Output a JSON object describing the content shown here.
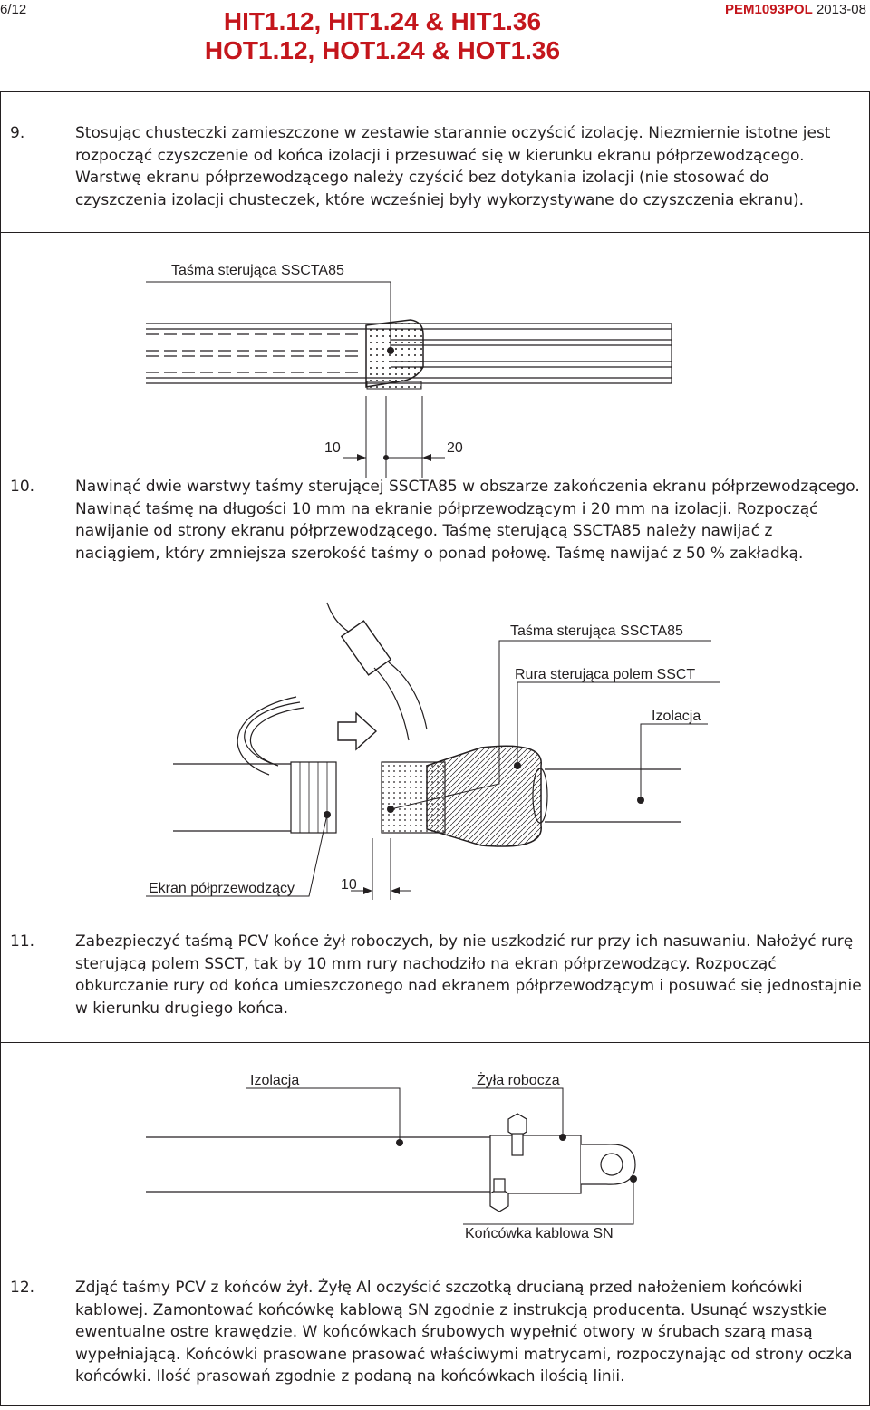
{
  "header": {
    "page_number": "6/12",
    "title_line1": "HIT1.12, HIT1.24 & HIT1.36",
    "title_line2": "HOT1.12, HOT1.24 & HOT1.36",
    "doc_code": "PEM1093POL",
    "doc_date": "2013-08"
  },
  "step9": {
    "number": "9.",
    "text": "Stosując chusteczki zamieszczone w zestawie starannie oczyścić izolację. Niezmiernie istotne jest rozpocząć czyszczenie od końca izolacji i przesuwać się w kierunku ekranu półprzewodzącego. Warstwę ekranu półprzewodzącego należy czyścić bez dotykania izolacji (nie stosować do czyszczenia izolacji chusteczek, które wcześniej były wykorzystywane do czyszczenia ekranu)."
  },
  "step10": {
    "number": "10.",
    "text": "Nawinąć dwie warstwy taśmy sterującej SSCTA85 w obszarze zakończenia ekranu półprzewodzącego. Nawinąć taśmę na długości 10 mm na ekranie półprzewodzącym i 20 mm na izolacji. Rozpocząć nawijanie od strony ekranu półprzewodzącego. Taśmę sterującą SSCTA85 należy nawijać z naciągiem, który zmniejsza szerokość taśmy o ponad połowę. Taśmę nawijać z 50 % zakładką.",
    "fig_label_tape": "Taśma sterująca SSCTA85",
    "dim_a": "10",
    "dim_b": "20"
  },
  "step11": {
    "number": "11.",
    "text": "Zabezpieczyć taśmą PCV końce żył roboczych, by nie uszkodzić rur przy ich nasuwaniu. Nałożyć rurę sterującą polem SSCT, tak by 10 mm rury nachodziło na ekran półprzewodzący. Rozpocząć obkurczanie rury od końca umieszczonego nad ekranem półprzewodzącym i posuwać się jednostajnie w kierunku drugiego końca.",
    "fig_label_tape": "Taśma sterująca SSCTA85",
    "fig_label_tube": "Rura sterująca polem SSCT",
    "fig_label_insulation": "Izolacja",
    "fig_label_screen": "Ekran półprzewodzący",
    "dim": "10"
  },
  "step12": {
    "number": "12.",
    "text": "Zdjąć taśmy PCV z końców żył. Żyłę Al oczyścić szczotką drucianą przed nałożeniem końcówki kablowej. Zamontować końcówkę kablową SN zgodnie z instrukcją producenta. Usunąć wszystkie ewentualne ostre krawędzie. W końcówkach śrubowych wypełnić otwory w śrubach szarą masą wypełniającą. Końcówki prasowane prasować właściwymi matrycami, rozpoczynając od strony oczka końcówki. Ilość prasowań zgodnie z podaną na końcówkach ilością linii.",
    "fig_label_insulation": "Izolacja",
    "fig_label_conductor": "Żyła robocza",
    "fig_label_lug": "Końcówka kablowa SN"
  }
}
